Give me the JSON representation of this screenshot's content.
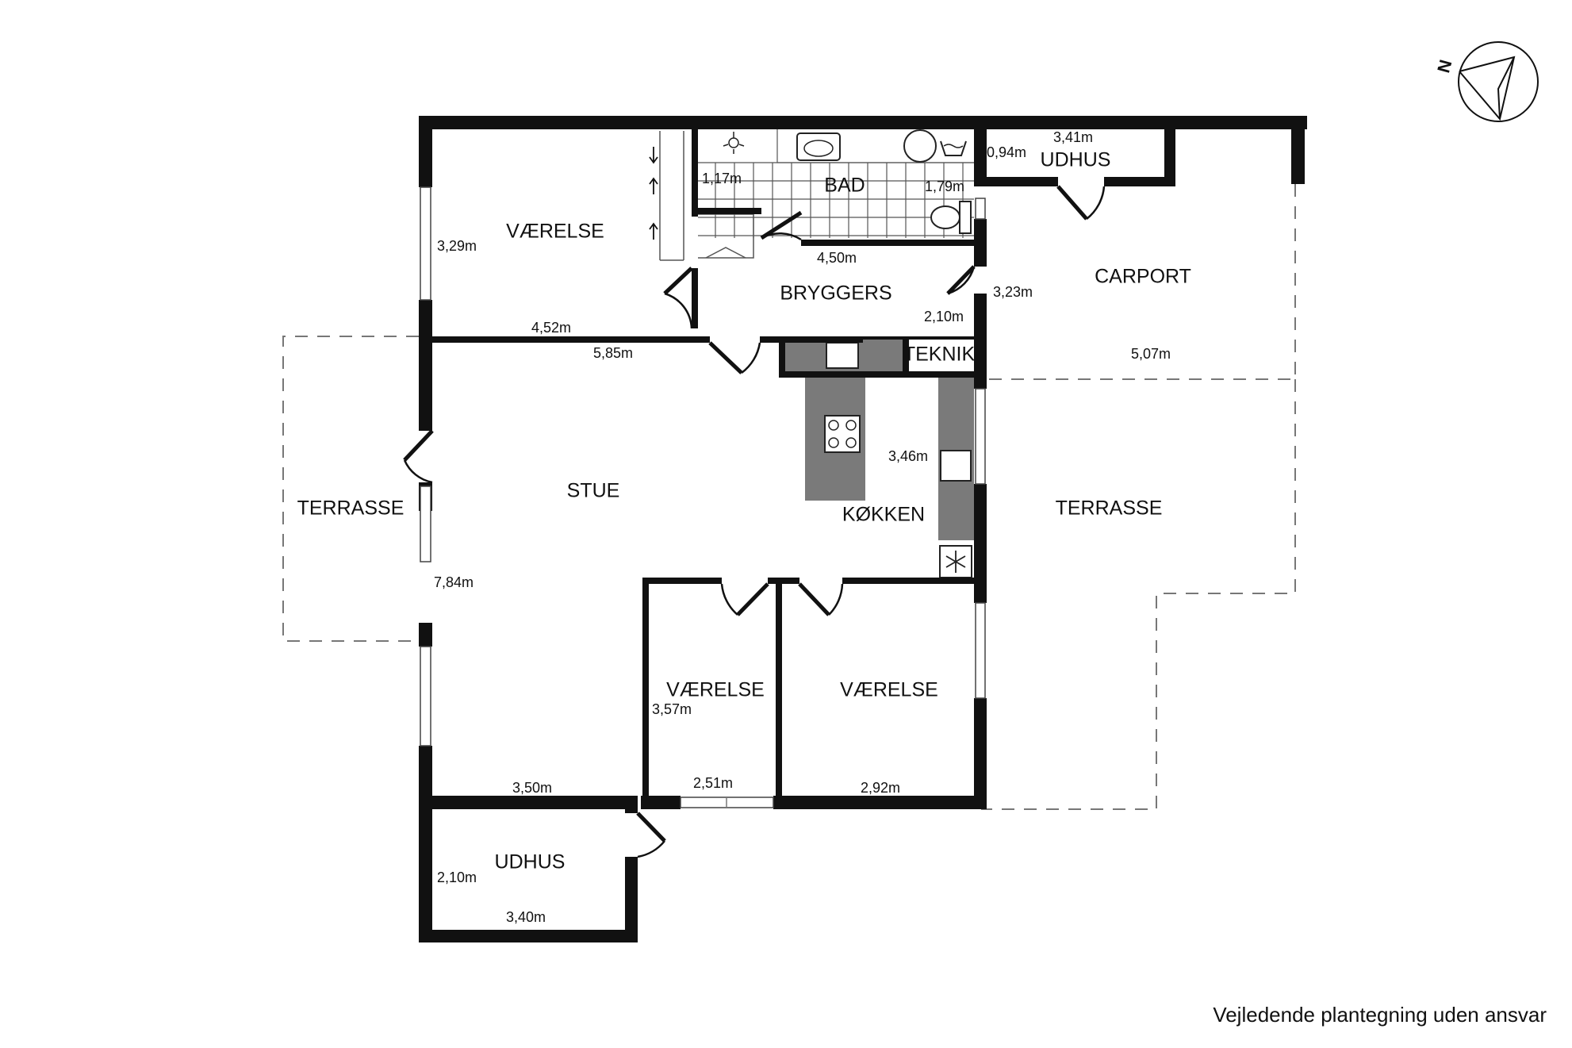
{
  "compass": {
    "north_label": "N",
    "icon": "north-arrow-icon"
  },
  "rooms": {
    "vaerelse_top": "VÆRELSE",
    "bad": "BAD",
    "udhus_top": "UDHUS",
    "carport": "CARPORT",
    "bryggers": "BRYGGERS",
    "teknik": "TEKNIK",
    "stue": "STUE",
    "terrasse_left": "TERRASSE",
    "terrasse_right": "TERRASSE",
    "koekken": "KØKKEN",
    "vaerelse_mid": "VÆRELSE",
    "vaerelse_right": "VÆRELSE",
    "udhus_bottom": "UDHUS"
  },
  "dimensions": {
    "vaerelse_top_h": "3,29m",
    "vaerelse_top_w": "4,52m",
    "bad_small": "1,17m",
    "bad_h": "1,79m",
    "bad_w": "4,50m",
    "udhus_top_w": "3,41m",
    "udhus_top_h": "0,94m",
    "carport_h": "3,23m",
    "carport_w": "5,07m",
    "bryggers_h": "2,10m",
    "stue_top_w": "5,85m",
    "koekken_h": "3,46m",
    "stue_h": "7,84m",
    "stue_bottom_w": "3,50m",
    "vaerelse_mid_h": "3,57m",
    "vaerelse_mid_w": "2,51m",
    "vaerelse_right_w": "2,92m",
    "udhus_bottom_h": "2,10m",
    "udhus_bottom_w": "3,40m"
  },
  "footer_note": "Vejledende plantegning uden ansvar"
}
